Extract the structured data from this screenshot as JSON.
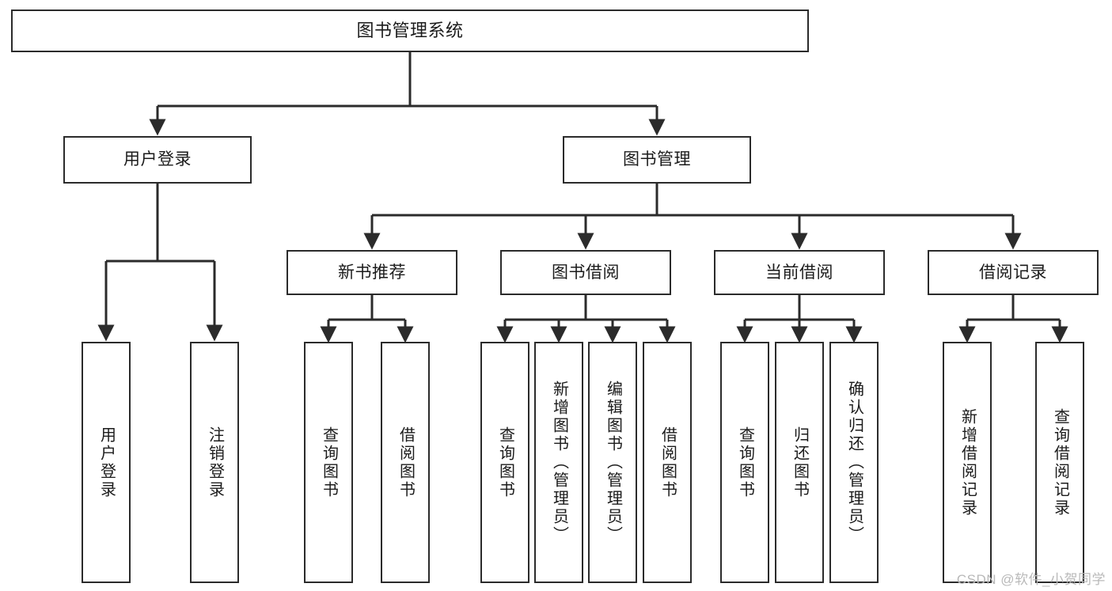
{
  "diagram": {
    "title": "图书管理系统",
    "type": "tree",
    "orientation": "top-down",
    "style": {
      "box_fill": "#ffffff",
      "box_stroke": "#2b2b2b",
      "text_color": "#1b1b1b",
      "edge_color": "#2b2b2b",
      "background": "#ffffff",
      "watermark_color": "#b9b9b9"
    },
    "root": {
      "id": "root",
      "label": "图书管理系统"
    },
    "level1": [
      {
        "id": "login",
        "label": "用户登录"
      },
      {
        "id": "bookmgmt",
        "label": "图书管理"
      }
    ],
    "level2": [
      {
        "id": "newbook",
        "label": "新书推荐",
        "parent": "bookmgmt"
      },
      {
        "id": "borrow",
        "label": "图书借阅",
        "parent": "bookmgmt"
      },
      {
        "id": "current",
        "label": "当前借阅",
        "parent": "bookmgmt"
      },
      {
        "id": "record",
        "label": "借阅记录",
        "parent": "bookmgmt"
      }
    ],
    "leaves": [
      {
        "id": "leaf-login-1",
        "label": "用户登录",
        "parent": "login"
      },
      {
        "id": "leaf-login-2",
        "label": "注销登录",
        "parent": "login"
      },
      {
        "id": "leaf-newbook-1",
        "label": "查询图书",
        "parent": "newbook"
      },
      {
        "id": "leaf-newbook-2",
        "label": "借阅图书",
        "parent": "newbook"
      },
      {
        "id": "leaf-borrow-1",
        "label": "查询图书",
        "parent": "borrow"
      },
      {
        "id": "leaf-borrow-2",
        "label": "新增图书（管理员）",
        "parent": "borrow"
      },
      {
        "id": "leaf-borrow-3",
        "label": "编辑图书（管理员）",
        "parent": "borrow"
      },
      {
        "id": "leaf-borrow-4",
        "label": "借阅图书",
        "parent": "borrow"
      },
      {
        "id": "leaf-current-1",
        "label": "查询图书",
        "parent": "current"
      },
      {
        "id": "leaf-current-2",
        "label": "归还图书",
        "parent": "current"
      },
      {
        "id": "leaf-current-3",
        "label": "确认归还（管理员）",
        "parent": "current"
      },
      {
        "id": "leaf-record-1",
        "label": "新增借阅记录",
        "parent": "record"
      },
      {
        "id": "leaf-record-2",
        "label": "查询借阅记录",
        "parent": "record"
      }
    ]
  },
  "watermark": {
    "text": "CSDN @软件_小贺同学"
  }
}
